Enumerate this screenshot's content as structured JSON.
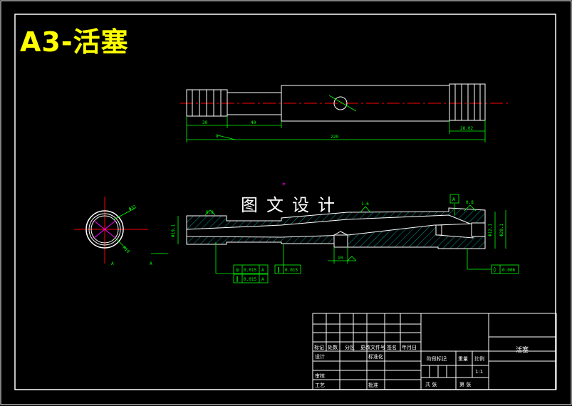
{
  "title": "A3-活塞",
  "watermark": "图文设计",
  "dimensions": {
    "top_view": {
      "d1": "30",
      "d2": "40",
      "d3": "28.02",
      "d4": "8",
      "overall": "220"
    },
    "section": {
      "d_small": "10",
      "bores": [
        "Φ19.1",
        "Φ12.1",
        "Φ20.1"
      ]
    },
    "end_view": {
      "d1": "Φ31",
      "d2": "R10"
    },
    "roughness": [
      "0.8",
      "1.6",
      "0.8"
    ],
    "datum": "A"
  },
  "tolerances": [
    {
      "symbol": "◎",
      "value": "0.015",
      "datum": "A"
    },
    {
      "symbol": "∥",
      "value": "0.015",
      "datum": "A"
    },
    {
      "symbol": "∥",
      "value": "0.015",
      "datum": ""
    },
    {
      "symbol": "◊",
      "value": "0.006",
      "datum": ""
    }
  ],
  "title_block": {
    "part_name": "活塞",
    "scale": "1:1",
    "row_labels": [
      "标记",
      "处数",
      "分区",
      "更改文件号",
      "签名",
      "年月日"
    ],
    "design": "设计",
    "standard": "标准化",
    "review": "审核",
    "process": "工艺",
    "approve": "批准",
    "stage": "阶段标记",
    "weight": "重量",
    "ratio": "比例",
    "sheets": "共 张",
    "sheet_no": "第 张"
  },
  "colors": {
    "frame": "#ffffff",
    "annotation": "#00ff00",
    "center": "#ff0000",
    "title": "#ffff00",
    "accent": "#ff00ff",
    "hatch": "#00bfbf"
  }
}
